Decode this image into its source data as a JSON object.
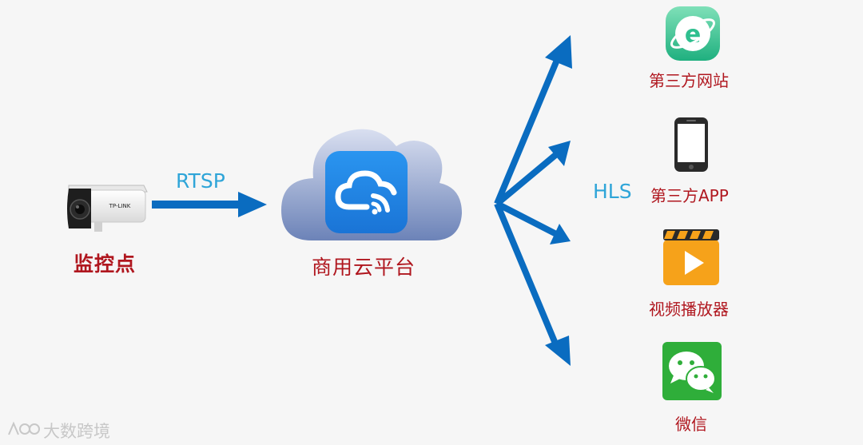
{
  "source": {
    "label": "监控点",
    "camera_icon": "camera-icon",
    "camera_brand": "TP-LINK"
  },
  "ingest": {
    "protocol": "RTSP"
  },
  "platform": {
    "label": "商用云平台",
    "icon": "cloud-icon"
  },
  "distribution": {
    "protocol": "HLS"
  },
  "outputs": [
    {
      "label": "第三方网站",
      "icon": "browser-icon"
    },
    {
      "label": "第三方APP",
      "icon": "smartphone-icon"
    },
    {
      "label": "视频播放器",
      "icon": "video-player-icon"
    },
    {
      "label": "微信",
      "icon": "wechat-icon"
    }
  ],
  "watermark": {
    "text": "大数跨境"
  },
  "colors": {
    "arrow": "#0a6cc0",
    "label_red": "#b0171f",
    "label_blue": "#2fa5d8",
    "cloud_tile": "#1f86e8",
    "browser_green": "#2fbf8f",
    "player_orange": "#f6a21a",
    "wechat_green": "#2fae3a"
  }
}
